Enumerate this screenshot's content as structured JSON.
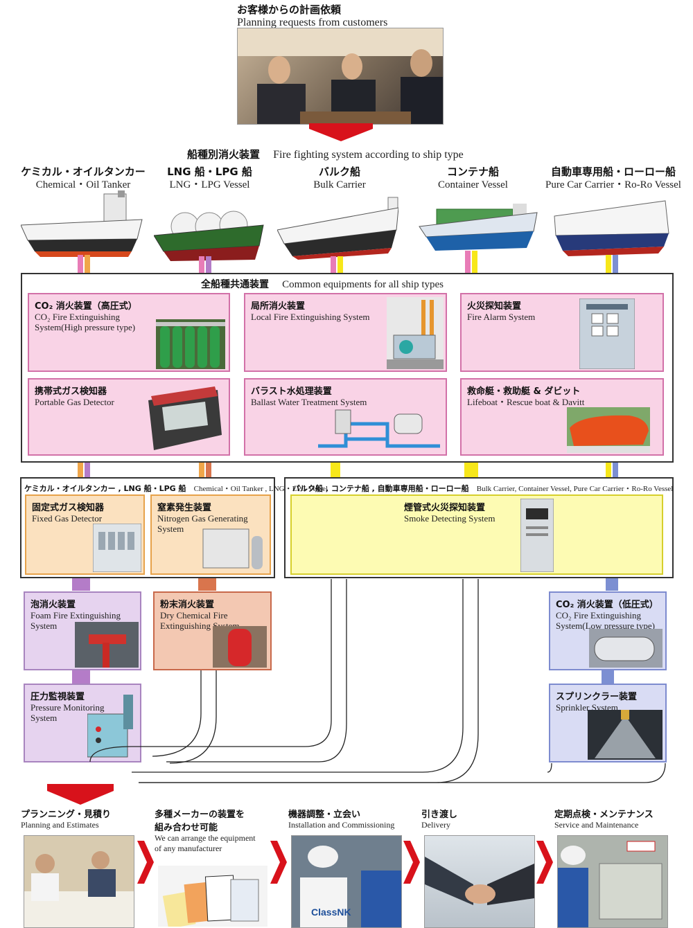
{
  "top": {
    "title_jp": "お客様からの計画依頼",
    "title_en": "Planning requests from customers"
  },
  "ship_section": {
    "title_jp": "船種別消火装置",
    "title_en": "Fire fighting system according to ship type",
    "ships": [
      {
        "jp": "ケミカル・オイルタンカー",
        "en": "Chemical・Oil Tanker"
      },
      {
        "jp": "LNG 船・LPG 船",
        "en": "LNG・LPG Vessel"
      },
      {
        "jp": "バルク船",
        "en": "Bulk Carrier"
      },
      {
        "jp": "コンテナ船",
        "en": "Container Vessel"
      },
      {
        "jp": "自動車専用船・ローロー船",
        "en": "Pure Car Carrier・Ro-Ro Vessel"
      }
    ]
  },
  "common": {
    "title_jp": "全船種共通装置",
    "title_en": "Common equipments for all ship types",
    "items": [
      {
        "jp": "CO₂ 消火装置（高圧式）",
        "en1": "CO₂ Fire Extinguishing",
        "en2": "System(High pressure type)"
      },
      {
        "jp": "局所消火装置",
        "en1": "Local Fire Extinguishing System",
        "en2": ""
      },
      {
        "jp": "火災探知装置",
        "en1": "Fire Alarm System",
        "en2": ""
      },
      {
        "jp": "携帯式ガス検知器",
        "en1": "Portable Gas Detector",
        "en2": ""
      },
      {
        "jp": "バラスト水処理装置",
        "en1": "Ballast Water Treatment System",
        "en2": ""
      },
      {
        "jp": "救命艇・救助艇 & ダビット",
        "en1": "Lifeboat・Rescue boat & Davitt",
        "en2": ""
      }
    ]
  },
  "group_left": {
    "title_jp": "ケミカル・オイルタンカー , LNG 船・LPG 船",
    "title_en": "Chemical・Oil Tanker , LNG・LPG Vessel",
    "items": [
      {
        "jp": "固定式ガス検知器",
        "en1": "Fixed Gas Detector",
        "en2": ""
      },
      {
        "jp": "窒素発生装置",
        "en1": "Nitrogen Gas Generating",
        "en2": "System"
      }
    ]
  },
  "group_right": {
    "title_jp": "バルク船 , コンテナ船 , 自動車専用船・ローロー船",
    "title_en": "Bulk Carrier, Container Vessel, Pure Car Carrier・Ro-Ro Vessel",
    "items": [
      {
        "jp": "煙管式火災探知装置",
        "en1": "Smoke Detecting System",
        "en2": ""
      }
    ]
  },
  "specific": [
    {
      "jp": "泡消火装置",
      "en1": "Foam Fire Extinguishing",
      "en2": "System"
    },
    {
      "jp": "粉末消火装置",
      "en1": "Dry Chemical Fire",
      "en2": "Extinguishing System"
    },
    {
      "jp": "CO₂ 消火装置（低圧式）",
      "en1": "CO₂ Fire Extinguishing",
      "en2": "System(Low pressure type)"
    },
    {
      "jp": "圧力監視装置",
      "en1": "Pressure Monitoring",
      "en2": "System"
    },
    {
      "jp": "スプリンクラー装置",
      "en1": "Sprinkler System",
      "en2": ""
    }
  ],
  "steps": [
    {
      "jp": "プランニング・見積り",
      "en1": "Planning and Estimates",
      "en2": ""
    },
    {
      "jp": "多種メーカーの装置を",
      "jp2": "組み合わせ可能",
      "en1": "We can arrange the equipment",
      "en2": "of any manufacturer"
    },
    {
      "jp": "機器調整・立会い",
      "en1": "Installation and Commissioning",
      "en2": ""
    },
    {
      "jp": "引き渡し",
      "en1": "Delivery",
      "en2": ""
    },
    {
      "jp": "定期点検・メンテナンス",
      "en1": "Service and Maintenance",
      "en2": ""
    }
  ],
  "classnk": "ClassNK",
  "colors": {
    "pink": "#e87cb7",
    "orange": "#f0a64a",
    "yellow": "#f7e71a",
    "purple": "#b47cc8",
    "brown": "#d9754d",
    "blue": "#7c8fd2",
    "red": "#d8121b"
  }
}
